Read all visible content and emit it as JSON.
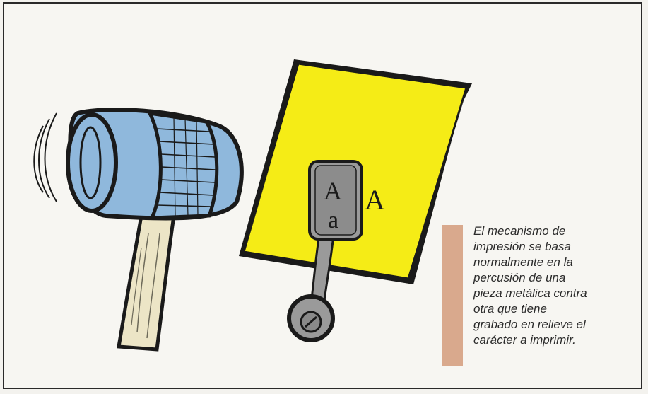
{
  "figure": {
    "caption": "El mecanismo de\nimpresión se basa\nnormalmente en la\npercusión de una\npieza metálica contra\notra que tiene\ngrabado en relieve el\ncarácter a imprimir.",
    "type_letters": {
      "upper": "A",
      "lower": "a"
    },
    "printed_letter": "A"
  },
  "colors": {
    "paper": "#f5ec16",
    "hammer_head": "#8fb8dc",
    "handle": "#ece5c6",
    "accent_bar": "#d9a98d",
    "typebar": "#9a9a9a"
  },
  "icons": [
    "hammer-icon",
    "paper-sheet-icon",
    "typebar-icon"
  ]
}
